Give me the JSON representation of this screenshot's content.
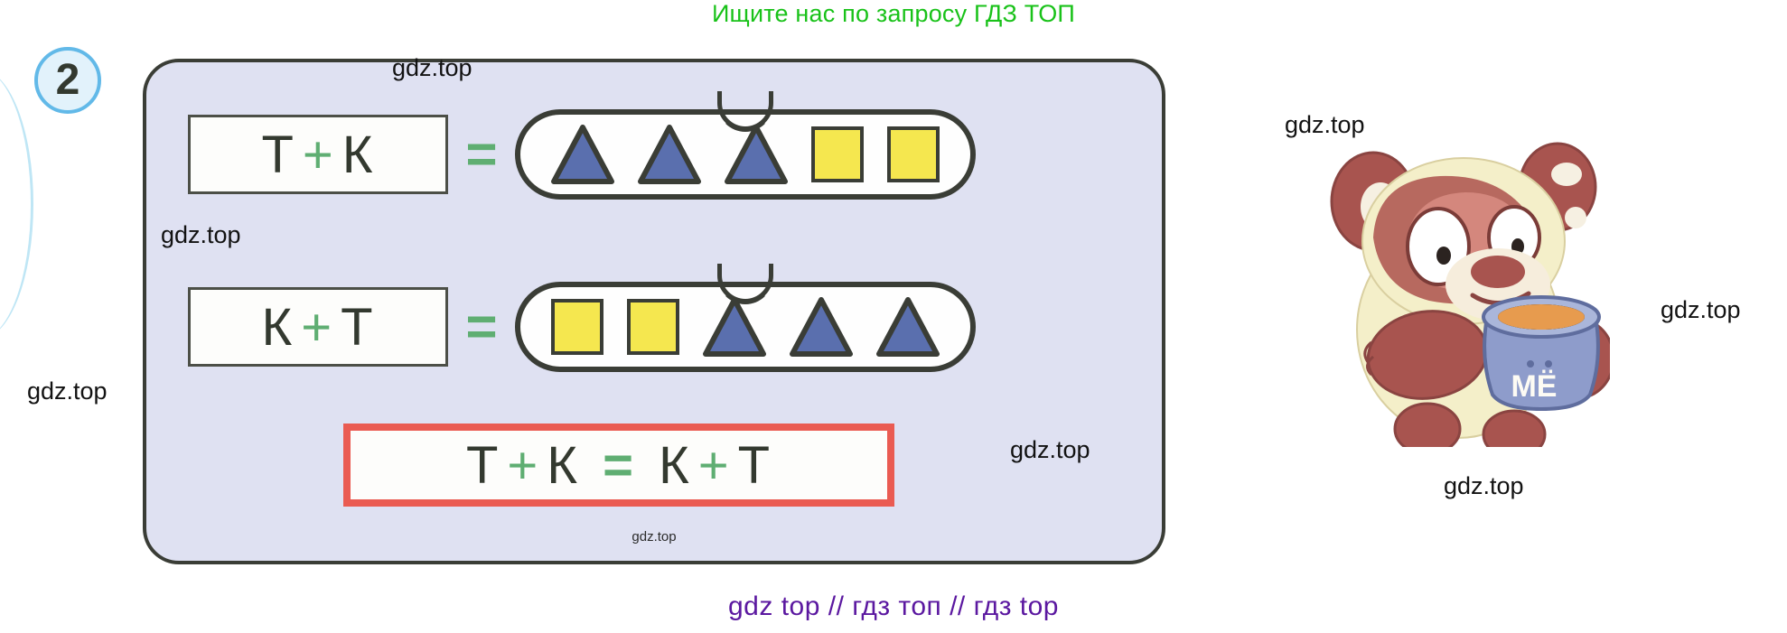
{
  "banners": {
    "top": "Ищите нас по запросу ГДЗ ТОП",
    "bottom": "gdz top  //  гдз топ  //  гдз top",
    "top_color": "#19c219",
    "bottom_color": "#5b18a0"
  },
  "exercise": {
    "number": "2"
  },
  "rows": [
    {
      "expression": {
        "left": "Т",
        "operator": "+",
        "right": "К"
      },
      "relation": "=",
      "shapes": [
        "triangle",
        "triangle",
        "triangle",
        "square",
        "square"
      ]
    },
    {
      "expression": {
        "left": "К",
        "operator": "+",
        "right": "Т"
      },
      "relation": "=",
      "shapes": [
        "square",
        "square",
        "triangle",
        "triangle",
        "triangle"
      ]
    }
  ],
  "answer": {
    "left_term1": "Т",
    "left_op": "+",
    "left_term2": "К",
    "relation": "=",
    "right_term1": "К",
    "right_op": "+",
    "right_term2": "Т"
  },
  "colors": {
    "triangle_fill": "#5a6fae",
    "square_fill": "#f5e74f",
    "outline": "#3a3d36",
    "plus_green": "#5fae72",
    "answer_border": "#ea5b52",
    "panel_bg": "#dfe1f2",
    "badge_border": "#62b9e8",
    "badge_bg": "#e2f2fb"
  },
  "watermarks": {
    "a": "gdz.top",
    "b": "gdz.top",
    "c": "gdz.top",
    "d": "gdz.top",
    "e": "gdz.top",
    "f": "gdz.top",
    "g": "gdz.top",
    "inner": "gdz.top"
  },
  "illustration": {
    "name": "bear-with-honey-pot",
    "pot_label": "МЁ"
  }
}
